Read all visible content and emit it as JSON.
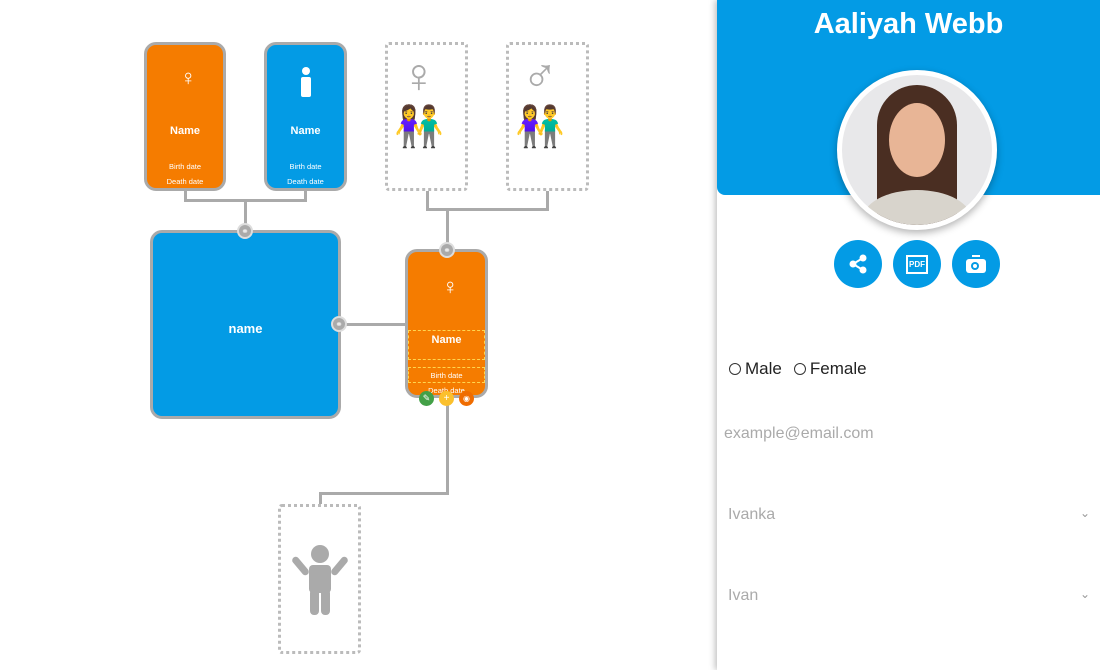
{
  "tree": {
    "mother": {
      "name": "Name",
      "birth": "Birth date",
      "death": "Death date"
    },
    "father": {
      "name": "Name",
      "birth": "Birth date",
      "death": "Death date"
    },
    "main": {
      "name": "name"
    },
    "partner": {
      "name": "Name",
      "birth": "Birth date",
      "death": "Death date"
    }
  },
  "panel": {
    "title": "Aaliyah Webb",
    "actions": [
      "share-icon",
      "pdf-icon",
      "camera-icon"
    ],
    "gender_options": [
      "Male",
      "Female"
    ],
    "email_placeholder": "example@email.com",
    "mother_select": "Ivanka",
    "father_select": "Ivan"
  },
  "colors": {
    "female": "#f57c00",
    "male": "#039be5",
    "accent": "#039be5"
  }
}
